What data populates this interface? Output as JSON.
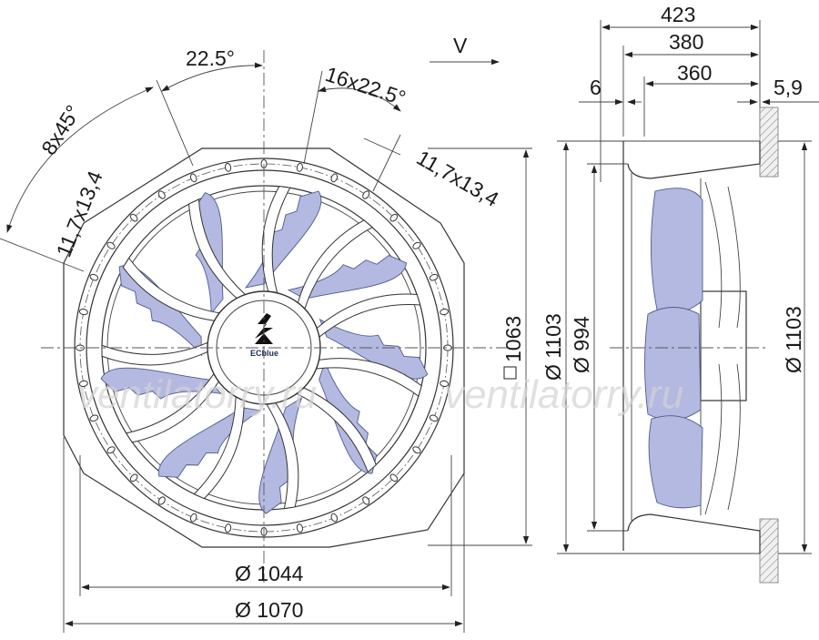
{
  "front_view": {
    "angle_segments": "22.5°",
    "angle_ring": "16x22.5°",
    "angle_outer": "8x45°",
    "slot_top_right": "11,7x13,4",
    "slot_left": "11,7x13,4",
    "square_dim": "1063",
    "diam_inner": "Ø 1044",
    "diam_outer": "Ø 1070",
    "logo": "ECblue"
  },
  "side_view": {
    "airflow": "V",
    "len_423": "423",
    "len_380": "380",
    "len_360": "360",
    "len_6": "6",
    "len_5_9": "5,9",
    "diam_1103_left": "Ø 1103",
    "diam_994": "Ø 994",
    "diam_1103_right": "Ø 1103"
  },
  "watermark": "ventilatorry.ru",
  "colors": {
    "blade_fill": "#b4b9e2",
    "blade_stroke": "#4d5b8e",
    "line": "#333333"
  }
}
